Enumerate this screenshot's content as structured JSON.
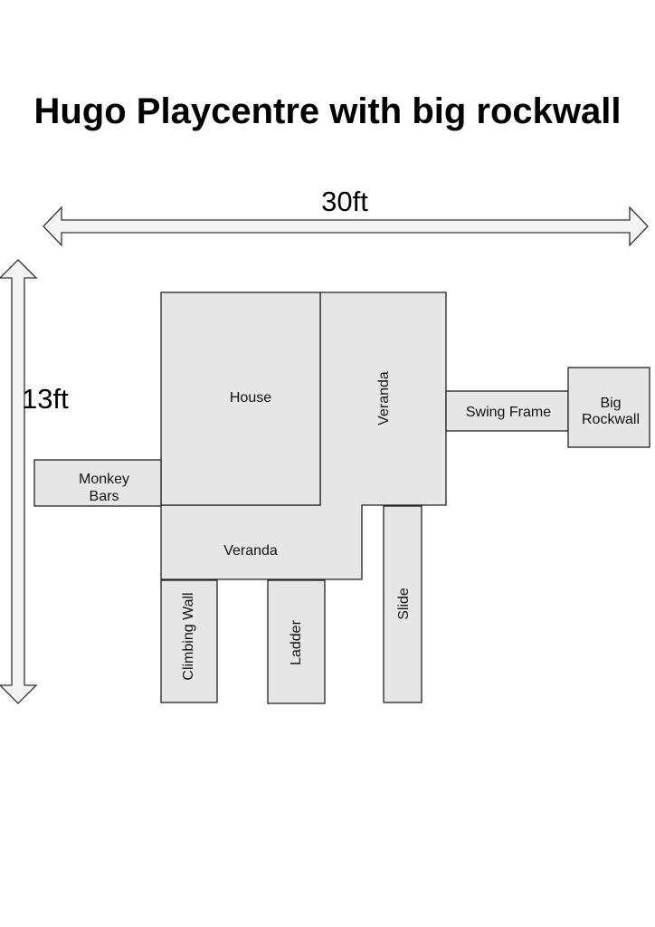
{
  "title": "Hugo Playcentre with big rockwall",
  "dimensions": {
    "width_label": "30ft",
    "height_label": "13ft"
  },
  "colors": {
    "box_fill": "#e6e6e6",
    "box_stroke": "#222222",
    "text": "#000000",
    "background": "#ffffff"
  },
  "components": {
    "house": "House",
    "veranda_right": "Veranda",
    "veranda_bottom": "Veranda",
    "swing_frame": "Swing Frame",
    "big_rockwall_line1": "Big",
    "big_rockwall_line2": "Rockwall",
    "monkey_bars_line1": "Monkey",
    "monkey_bars_line2": "Bars",
    "climbing_wall": "Climbing Wall",
    "ladder": "Ladder",
    "slide": "Slide"
  }
}
